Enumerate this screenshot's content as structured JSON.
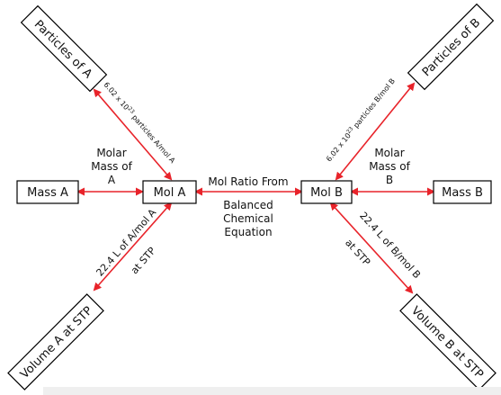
{
  "colors": {
    "arrow": "#e8232a",
    "box_border": "#000000",
    "text": "#111111"
  },
  "nodes": {
    "mass_a": "Mass A",
    "mol_a": "Mol A",
    "mol_b": "Mol B",
    "mass_b": "Mass B",
    "particles_a": "Particles of A",
    "particles_b": "Particles of B",
    "volume_a": "Volume A at STP",
    "volume_b": "Volume B at STP"
  },
  "labels": {
    "molar_mass_a": [
      "Molar",
      "Mass of",
      "A"
    ],
    "molar_mass_b": [
      "Molar",
      "Mass of",
      "B"
    ],
    "mol_ratio": [
      "Mol Ratio From",
      "Balanced",
      "Chemical",
      "Equation"
    ],
    "particles_a_factor": {
      "coef": "6.02 x 10",
      "exp": "23",
      "unit": " particles A/mol A"
    },
    "particles_b_factor": {
      "coef": "6.02 x 10",
      "exp": "23",
      "unit": " particles B/mol B"
    },
    "volume_a_factor": [
      "22.4 L of A/mol A",
      "at STP"
    ],
    "volume_b_factor": [
      "22.4 L of B/mol B",
      "at STP"
    ]
  }
}
